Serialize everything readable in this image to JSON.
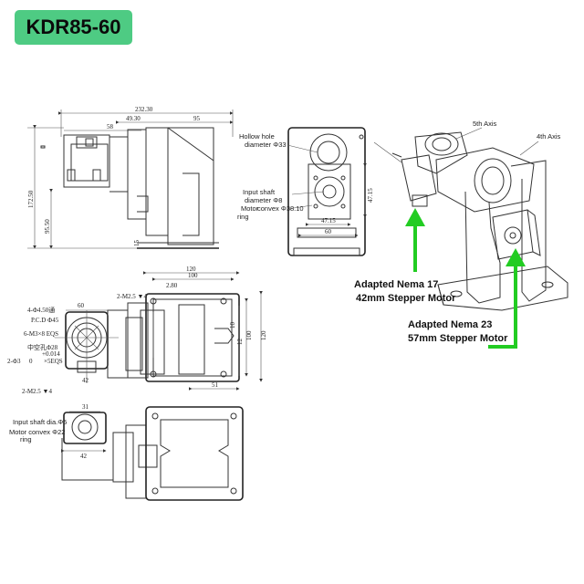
{
  "title": "KDR85-60",
  "dimensions": {
    "total_length": "232.30",
    "d49_30": "49.30",
    "d95": "95",
    "d58": "58",
    "height_172_50": "172.50",
    "height_95_50": "95.50",
    "d15": "15",
    "side_120": "120",
    "side_100": "100",
    "side_2_80": "2.80",
    "side_120_v": "120",
    "side_100_v": "100",
    "side_51": "51",
    "side_10": "10",
    "side_12": "12",
    "front_60": "60",
    "front_4_phi": "4-Φ4.50通",
    "front_pcd": "P.C.D Φ45",
    "front_m3": "6-M3×8 EQS",
    "front_center": "中空孔Φ28",
    "front_tol": "+0.014",
    "front_tol2": "0",
    "front_2phi3": "2-Φ3",
    "front_5eqs": "×5EQS",
    "front_2m2": "2-M2.5 ▼4",
    "front_2m2b": "2-M2.5 ▼4",
    "front_42": "42",
    "bottom_31": "31",
    "bottom_42": "42",
    "bottom_input": "Input shaft dia.Φ5",
    "bottom_motor": "Motor convex Φ22",
    "bottom_ring": "ring",
    "view_47_15": "47.15",
    "view_47_15_v": "47.15",
    "view_60": "60"
  },
  "labels": {
    "hollow_hole": "Hollow hole",
    "hollow_diam": "diameter Φ33",
    "input_shaft": "Input shaft",
    "input_diam": "diameter Φ8",
    "motor": "Motor",
    "motor_convex": "convex Φ38.10",
    "motor_ring": "ring",
    "axis5": "5th Axis",
    "axis4": "4th Axis"
  },
  "callouts": {
    "nema17_line1": "Adapted Nema 17",
    "nema17_line2": "42mm Stepper Motor",
    "nema23_line1": "Adapted Nema 23",
    "nema23_line2": "57mm Stepper Motor"
  },
  "colors": {
    "badge": "#4ecb83",
    "arrow": "#22cc22"
  }
}
